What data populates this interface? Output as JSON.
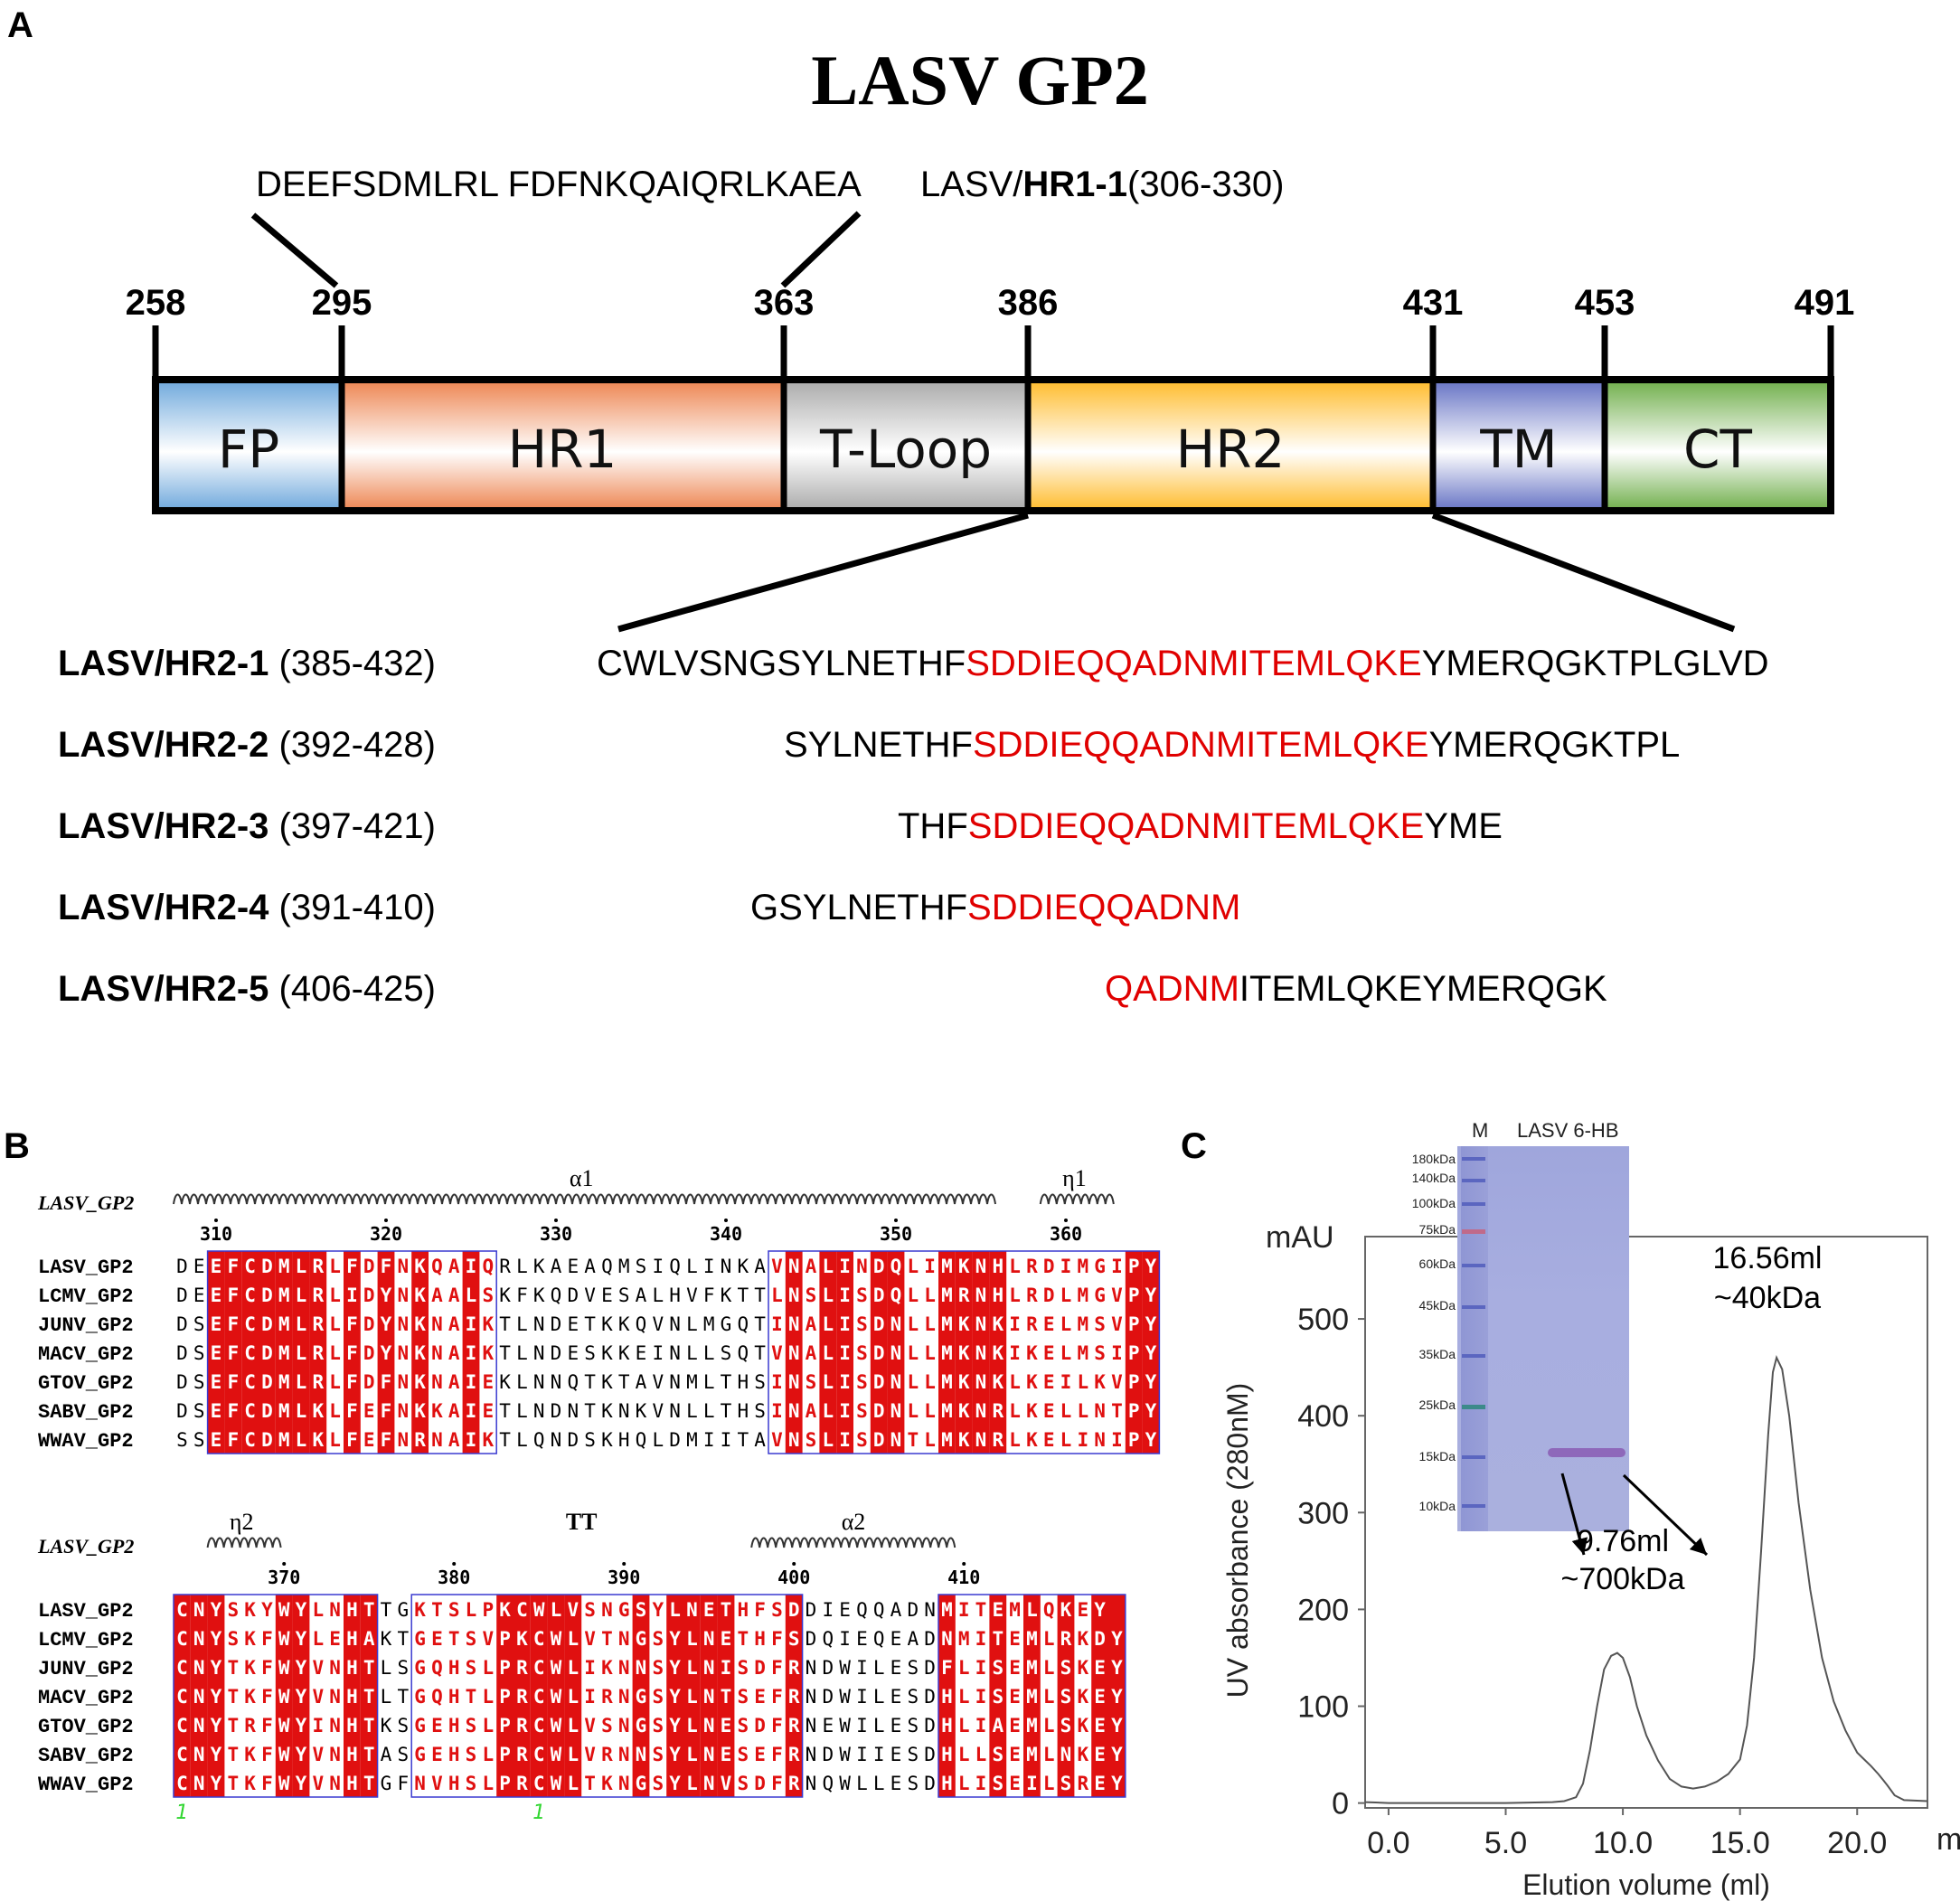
{
  "panels": {
    "a": "A",
    "b": "B",
    "c": "C"
  },
  "panel_a": {
    "title": "LASV GP2",
    "peptide_seq": "DEEFSDMLRL FDFNKQAIQRLKAEA",
    "peptide_name_prefix": "LASV/",
    "peptide_name_bold": "HR1-1",
    "peptide_range": "(306-330)",
    "positions": [
      "258",
      "295",
      "363",
      "386",
      "431",
      "453",
      "491"
    ],
    "domains": [
      {
        "label": "FP",
        "color": "#6ea8dc"
      },
      {
        "label": "HR1",
        "color": "#ed8450"
      },
      {
        "label": "T-Loop",
        "color": "#aaaaaa"
      },
      {
        "label": "HR2",
        "color": "#ffbb2a"
      },
      {
        "label": "TM",
        "color": "#6572c4"
      },
      {
        "label": "CT",
        "color": "#6fae4a"
      }
    ],
    "hr2_peptides": [
      {
        "name": "LASV/HR2-1",
        "range": " (385-432)",
        "pre": "CWLVSNGSYLNETHF",
        "red": "SDDIEQQADNMITEMLQKE",
        "post": "YMERQGKTPLGLVD"
      },
      {
        "name": "LASV/HR2-2",
        "range": " (392-428)",
        "pre": "SYLNETHF",
        "red": "SDDIEQQADNMITEMLQKE",
        "post": "YMERQGKTPL"
      },
      {
        "name": "LASV/HR2-3",
        "range": " (397-421)",
        "pre": "THF",
        "red": "SDDIEQQADNMITEMLQKE",
        "post": "YME"
      },
      {
        "name": "LASV/HR2-4",
        "range": " (391-410)",
        "pre": "GSYLNETHF",
        "red": "SDDIEQQADNM",
        "post": ""
      },
      {
        "name": "LASV/HR2-5",
        "range": " (406-425)",
        "pre": "",
        "red": "QADNM",
        "post": "ITEMLQKEYMERQGK"
      }
    ]
  },
  "panel_b": {
    "blocks": [
      {
        "ref_label": "LASV_GP2",
        "structure": [
          {
            "label": "α1",
            "type": "helix",
            "start": 0,
            "end": 47
          },
          {
            "label": "η1",
            "type": "helix",
            "start": 51,
            "end": 54
          }
        ],
        "ruler": [
          {
            "label": "310",
            "col": 2
          },
          {
            "label": "320",
            "col": 12
          },
          {
            "label": "330",
            "col": 22
          },
          {
            "label": "340",
            "col": 32
          },
          {
            "label": "350",
            "col": 42
          },
          {
            "label": "360",
            "col": 52
          }
        ],
        "names": [
          "LASV_GP2",
          "LCMV_GP2",
          "JUNV_GP2",
          "MACV_GP2",
          "GTOV_GP2",
          "SABV_GP2",
          "WWAV_GP2"
        ],
        "seqs": [
          "DEEFCDMLRLFDFNKQAIQRLKAEAQMSIQLINKAVNALINDQLIMKNHLRDIMGIPY",
          "DEEFCDMLRLIDYNKAALSKFKQDVESALHVFKTTLNSLISDQLLMRNHLRDLMGVPY",
          "DSEFCDMLRLFDYNKNAIKTLNDETKKQVNLMGQTINALISDNLLMKNKIRELMSVPY",
          "DSEFCDMLRLFDYNKNAIKTLNDESKKEINLLSQTVNALISDNLLMKNKIKELMSIPY",
          "DSEFCDMLRLFDFNKNAIEKLNNQTKTAVNMLTHSINSLISDNLLMKNKLKEILKVPY",
          "DSEFCDMLKLFEFNKKAIETLNDNTKNKVNLLTHSINALISDNLLMKNRLKELLNTPY",
          "SSEFCDMLKLFEFNRNAIKTLQNDSKHQLDMIITAVNSLISDNTLMKNRLKELINIPY"
        ],
        "red_cols": [
          2,
          3,
          4,
          5,
          6,
          7,
          8,
          10,
          12,
          14,
          17,
          36,
          38,
          39,
          41,
          42,
          45,
          46,
          47,
          48,
          56,
          57
        ],
        "box_cols": [
          9,
          11,
          13,
          15,
          16,
          18,
          35,
          37,
          40,
          43,
          44,
          49,
          50,
          51,
          52,
          53,
          54,
          55
        ]
      },
      {
        "ref_label": "LASV_GP2",
        "structure": [
          {
            "label": "η2",
            "type": "helix",
            "start": 2,
            "end": 5
          },
          {
            "label": "TT",
            "type": "turn",
            "start": 23,
            "end": 24
          },
          {
            "label": "α2",
            "type": "helix",
            "start": 34,
            "end": 45
          }
        ],
        "ruler": [
          {
            "label": "370",
            "col": 6
          },
          {
            "label": "380",
            "col": 16
          },
          {
            "label": "390",
            "col": 26
          },
          {
            "label": "400",
            "col": 36
          },
          {
            "label": "410",
            "col": 46
          }
        ],
        "names": [
          "LASV_GP2",
          "LCMV_GP2",
          "JUNV_GP2",
          "MACV_GP2",
          "GTOV_GP2",
          "SABV_GP2",
          "WWAV_GP2"
        ],
        "seqs": [
          "CNYSKYWYLNHTTGKTSLPKCWLVSNGSYLNETHFSDDIEQQADNMITEMLQKEY",
          "CNYSKFWYLEHAKTGETSVPKCWLVTNGSYLNETHFSDQIEQEADNMITEMLRKDY",
          "CNYTKFWYVNHTLSGQHSLPRCWLIKNNSYLNISDFRNDWILESDFLISEMLSKEY",
          "CNYTKFWYVNHTLTGQHTLPRCWLIRNGSYLNTSEFRNDWILESDHLISEMLSKEY",
          "CNYTRFWYINHTKSGEHSLPRCWLVSNGSYLNESDFRNEWILESDHLIAEMLSKEY",
          "CNYTKFWYVNHTASGEHSLPRCWLVRNNSYLNESEFRNDWIIESDHLLSEMLNKEY",
          "CNYTKFWYVNHTGFNVHSLPRCWLTKNGSYLNVSDFRNQWLLESDHLISEILSREY"
        ],
        "red_cols": [
          0,
          1,
          2,
          6,
          7,
          10,
          11,
          19,
          20,
          21,
          22,
          23,
          27,
          29,
          30,
          31,
          32,
          36,
          45,
          48,
          50,
          52,
          54,
          55
        ],
        "box_cols": [
          3,
          4,
          5,
          8,
          9,
          14,
          15,
          16,
          17,
          18,
          24,
          25,
          26,
          28,
          33,
          34,
          35,
          46,
          47,
          49,
          51,
          53
        ],
        "markers": [
          {
            "label": "1",
            "col": 0
          },
          {
            "label": "1",
            "col": 21
          }
        ]
      }
    ]
  },
  "panel_c": {
    "gel": {
      "lane_m": "M",
      "lane_sample": "LASV 6-HB",
      "markers": [
        "180kDa",
        "140kDa",
        "100kDa",
        "75kDa",
        "60kDa",
        "45kDa",
        "35kDa",
        "25kDa",
        "15kDa",
        "10kDa"
      ]
    },
    "peak1_label": "9.76ml",
    "peak1_mass": "~700kDa",
    "peak2_label": "16.56ml",
    "peak2_mass": "~40kDa"
  },
  "chart_data": {
    "type": "line",
    "title": "",
    "xlabel": "Elution volume (ml)",
    "ylabel": "UV absorbance (280nM)",
    "y_unit": "mAU",
    "x_unit": "ml",
    "xlim": [
      -1,
      23
    ],
    "ylim": [
      -5,
      585
    ],
    "x_ticks": [
      "0.0",
      "5.0",
      "10.0",
      "15.0",
      "20.0"
    ],
    "y_ticks": [
      "0",
      "100",
      "200",
      "300",
      "400",
      "500"
    ],
    "grid": false,
    "series": [
      {
        "x": [
          -1.0,
          0.0,
          2.0,
          4.0,
          5.0,
          6.0,
          7.0,
          7.5,
          8.0,
          8.3,
          8.6,
          8.9,
          9.2,
          9.5,
          9.76,
          10.0,
          10.3,
          10.6,
          11.0,
          11.5,
          12.0,
          12.5,
          13.0,
          13.5,
          14.0,
          14.5,
          15.0,
          15.3,
          15.6,
          15.9,
          16.2,
          16.4,
          16.56,
          16.8,
          17.1,
          17.5,
          18.0,
          18.5,
          19.0,
          19.5,
          20.0,
          20.3,
          20.6,
          20.9,
          21.1,
          21.3,
          21.6,
          22.0,
          23.0
        ],
        "y": [
          1,
          0,
          0,
          0,
          0,
          0.5,
          1,
          2,
          6,
          20,
          55,
          100,
          138,
          152,
          155,
          150,
          130,
          100,
          70,
          44,
          25,
          17,
          15,
          17,
          22,
          30,
          45,
          80,
          150,
          260,
          380,
          445,
          460,
          448,
          400,
          310,
          220,
          150,
          105,
          75,
          52,
          45,
          38,
          30,
          24,
          18,
          8,
          3,
          2
        ]
      }
    ]
  }
}
